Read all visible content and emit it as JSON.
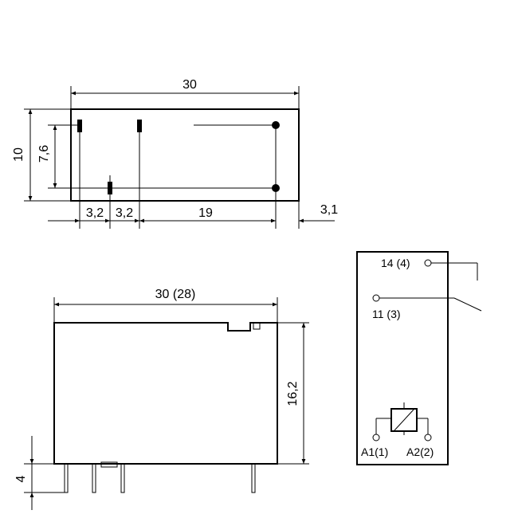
{
  "top_view": {
    "width_label": "30",
    "height_label": "10",
    "inner_height_label": "7,6",
    "pitch_a_label": "3,2",
    "pitch_b_label": "3,2",
    "span_label": "19",
    "offset_label": "3,1"
  },
  "side_view": {
    "width_label": "30 (28)",
    "height_label": "16,2",
    "pin_length_label": "4"
  },
  "schematic": {
    "nc_contact_label": "14 (4)",
    "common_label": "11 (3)",
    "coil_a1_label": "A1(1)",
    "coil_a2_label": "A2(2)"
  }
}
